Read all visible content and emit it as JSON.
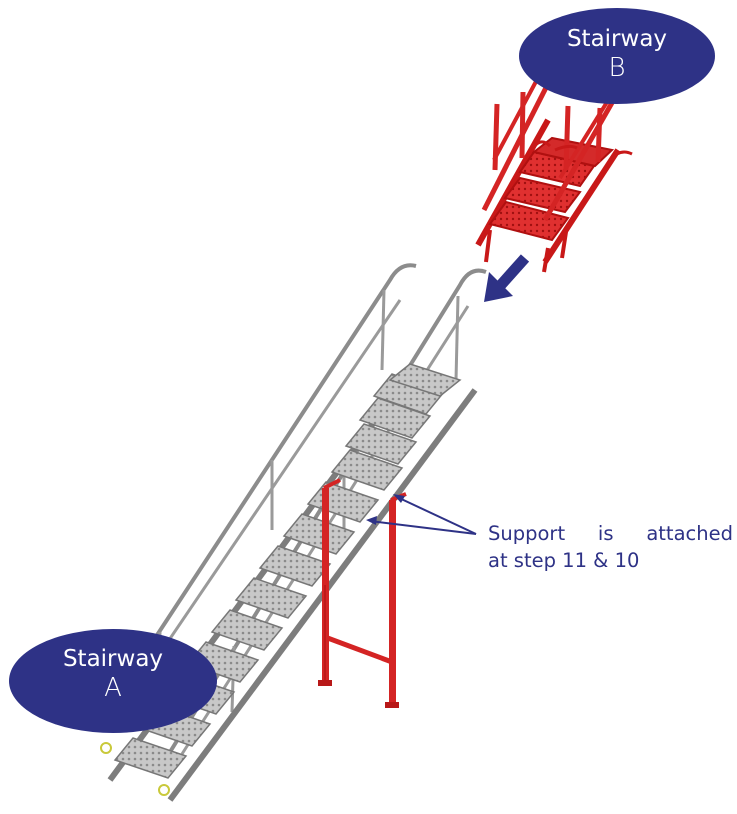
{
  "stairway_b": {
    "line1": "Stairway",
    "line2": "B"
  },
  "stairway_a": {
    "line1": "Stairway",
    "line2": "A"
  },
  "annotation": {
    "words": [
      "Support",
      "is",
      "attached"
    ],
    "line2": "at step 11 & 10"
  },
  "colors": {
    "label_fill": "#2e3286",
    "arrow": "#2e3286",
    "stair_a_metal": "#9a9a9a",
    "stair_b_red": "#d92020",
    "support_red": "#d42424"
  },
  "icons": {
    "connect_arrow": "arrow-down-left-icon"
  }
}
